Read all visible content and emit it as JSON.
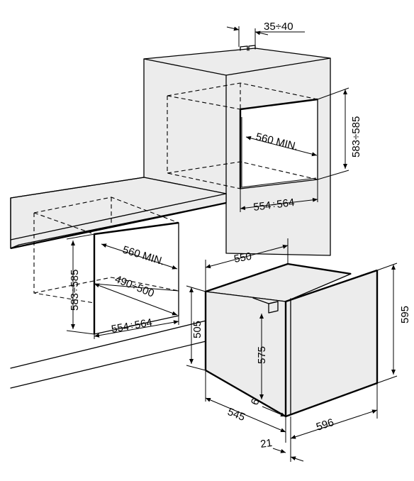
{
  "dimensions": {
    "top_gap": "35÷40",
    "upper_depth_min": "560 MIN.",
    "upper_height": "583÷585",
    "upper_width": "554÷564",
    "lower_depth_min": "560 MIN.",
    "lower_height": "583÷585",
    "lower_inner_depth": "490÷500",
    "lower_width": "554÷564",
    "oven_depth": "550",
    "oven_front_height": "595",
    "oven_body_height": "505",
    "oven_inner_height": "575",
    "oven_side_depth": "545",
    "oven_front_width": "596",
    "oven_front_offset": "6",
    "oven_door_depth": "21"
  }
}
